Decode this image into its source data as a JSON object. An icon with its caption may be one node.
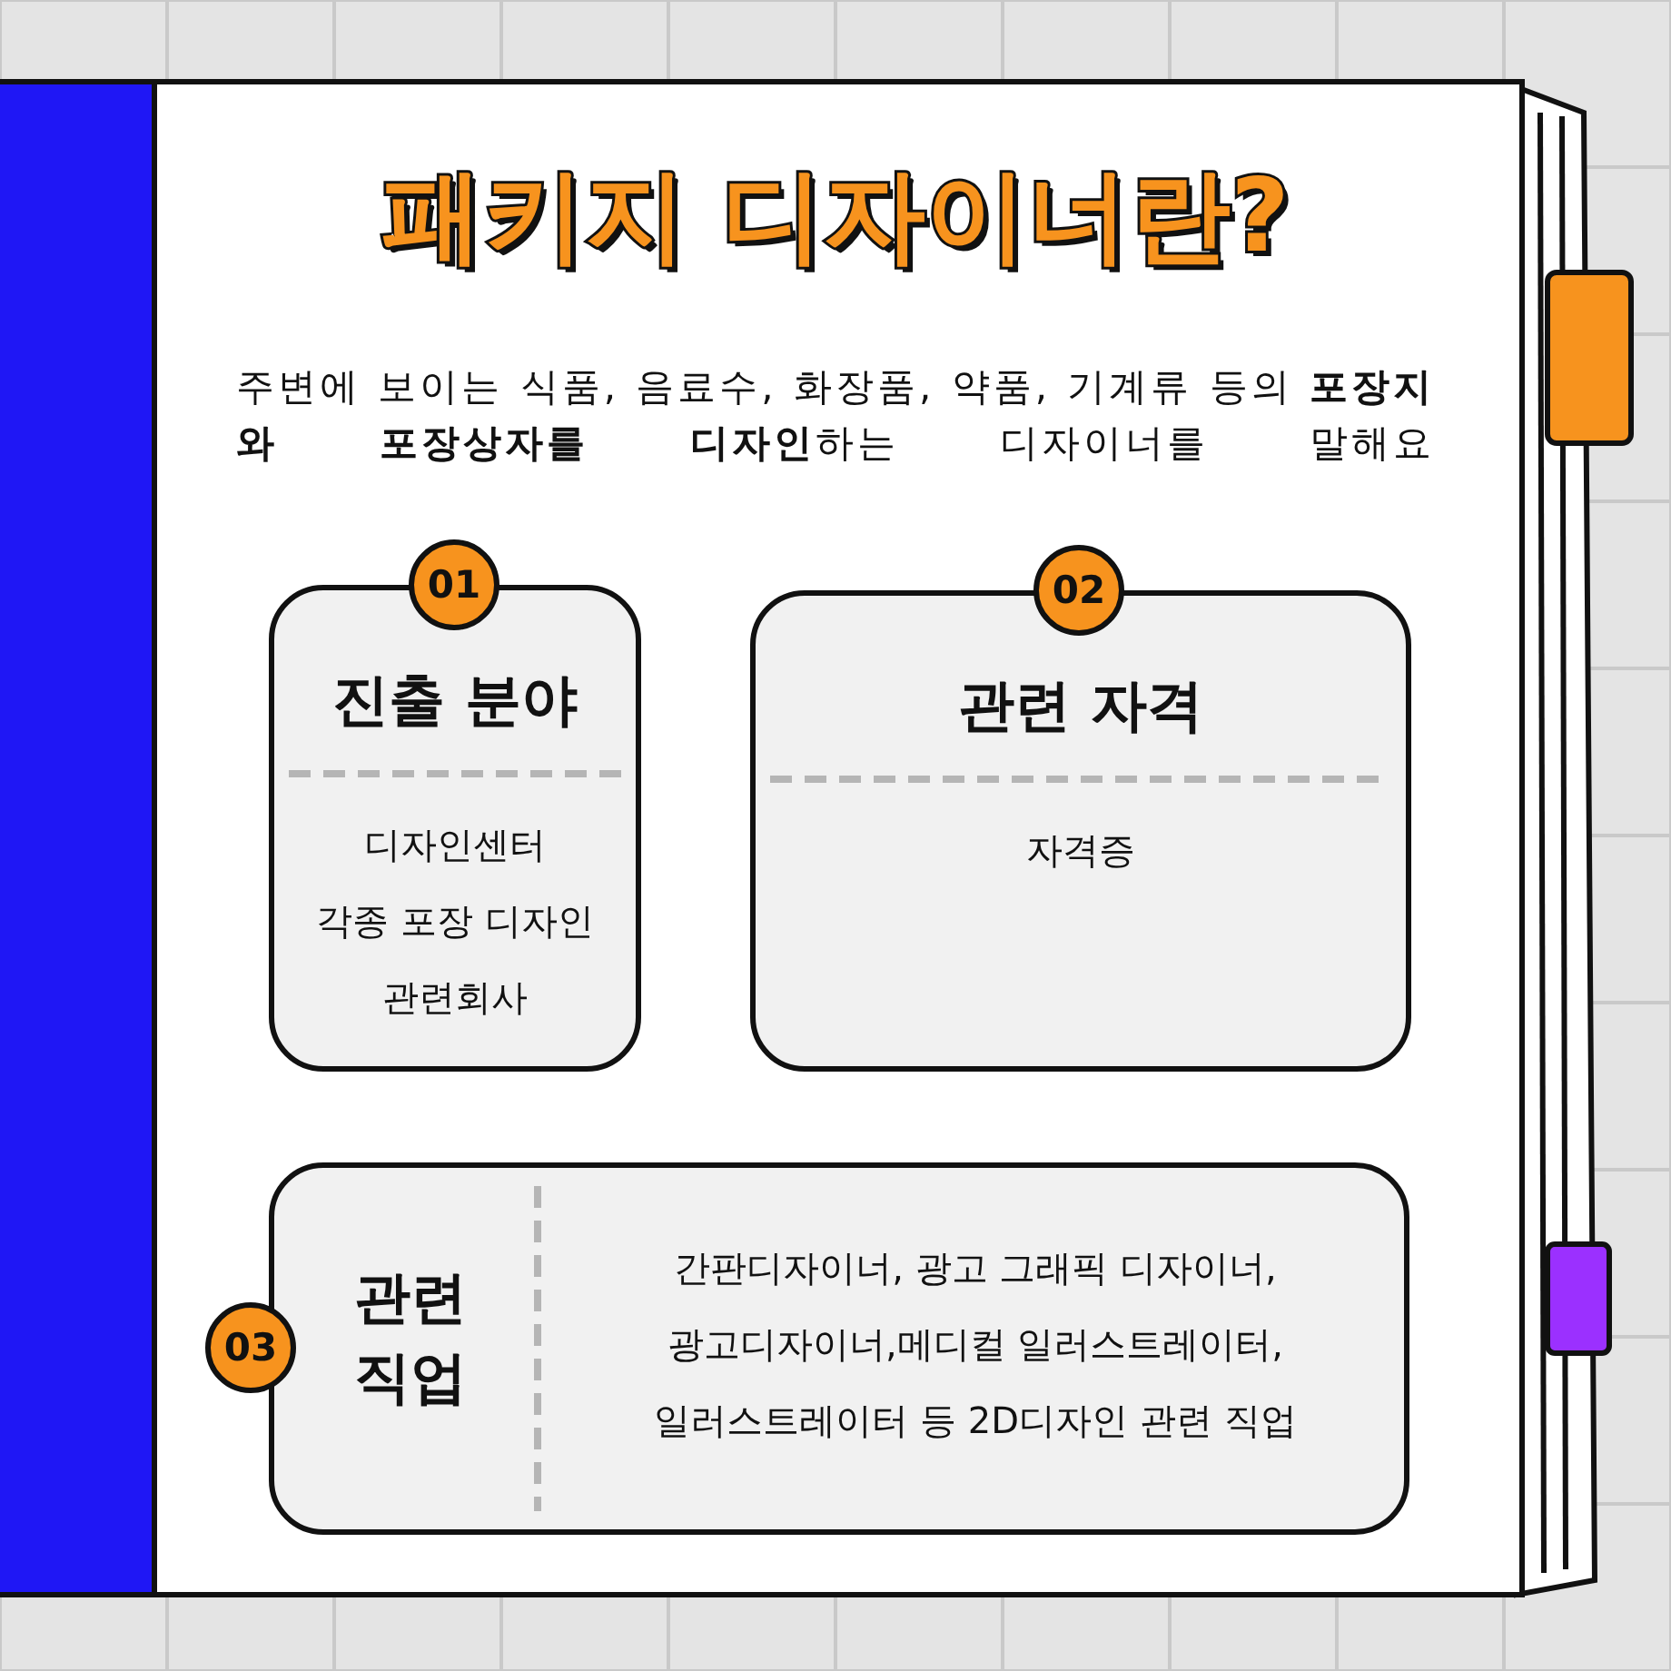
{
  "diagram": {
    "title": "패키지 디자이너란?",
    "nodes": [
      {
        "text": [
          "01"
        ]
      },
      {
        "text": [
          "진출 분야",
          "디자인센터",
          "각종 포장 디자인",
          "관련회사"
        ]
      },
      {
        "text": [
          "02"
        ]
      },
      {
        "text": [
          "관련 자격",
          "자격증"
        ]
      },
      {
        "text": [
          "03"
        ]
      },
      {
        "text": [
          "관련 직업",
          "간판디자이너, 광고 그래픽 디자이너,",
          "광고디자이너,메디컬 일러스트레이터,",
          "일러스트레이터 등 2D디자인 관련 직업"
        ]
      }
    ],
    "labels": [
      "주변에 보이는 식품, 음료수, 화장품, 약품, 기계류 등의 **포장지와 포장상자를 디자인**하는 디자이너를 말해요"
    ]
  }
}
